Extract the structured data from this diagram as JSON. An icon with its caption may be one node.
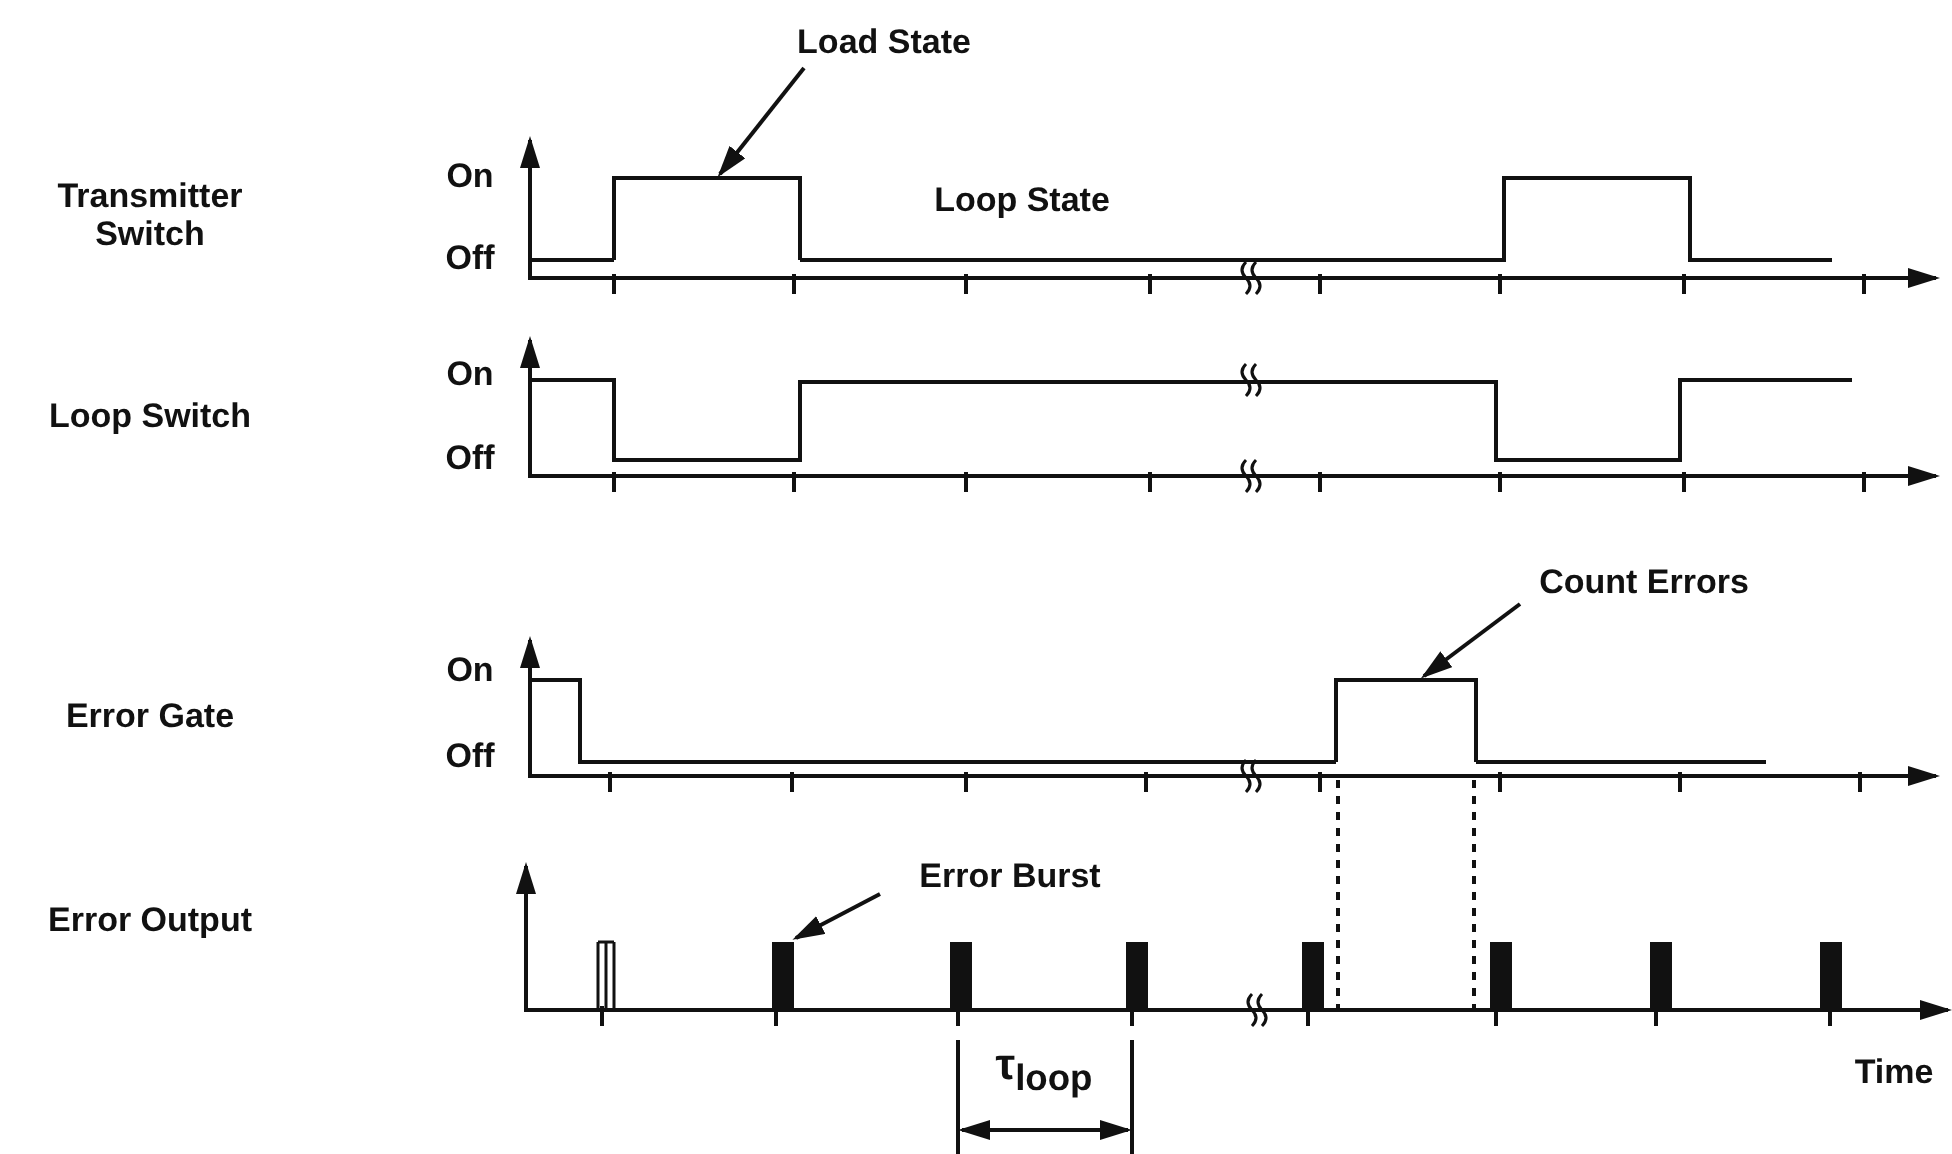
{
  "diagram": {
    "nodes": [
      {
        "text": [
          "Load State"
        ]
      },
      {
        "text": [],
        "shape": "box"
      },
      {
        "text": [
          "Count Errors"
        ]
      },
      {
        "text": [],
        "shape": "box"
      },
      {
        "text": [
          "Error Burst"
        ]
      },
      {
        "text": [],
        "shape": "bar"
      },
      {
        "text": [],
        "shape": "bar"
      },
      {
        "text": [],
        "shape": "bar"
      },
      {
        "text": [],
        "shape": "bar"
      },
      {
        "text": [],
        "shape": "bar"
      },
      {
        "text": [],
        "shape": "bar"
      },
      {
        "text": [],
        "shape": "bar"
      },
      {
        "text": [],
        "shape": "bar"
      }
    ],
    "edges": [
      {
        "from": 0,
        "to": 1,
        "arrow": "to"
      },
      {
        "from": 2,
        "to": 3,
        "arrow": "to"
      },
      {
        "from": 4,
        "to": 6,
        "arrow": "to"
      }
    ],
    "labels": [
      "Transmitter Switch",
      "On",
      "Off",
      "Loop State",
      "Loop Switch",
      "On",
      "Off",
      "Error Gate",
      "On",
      "Off",
      "Error Output",
      "Time",
      "τ$_{loop}$"
    ]
  }
}
